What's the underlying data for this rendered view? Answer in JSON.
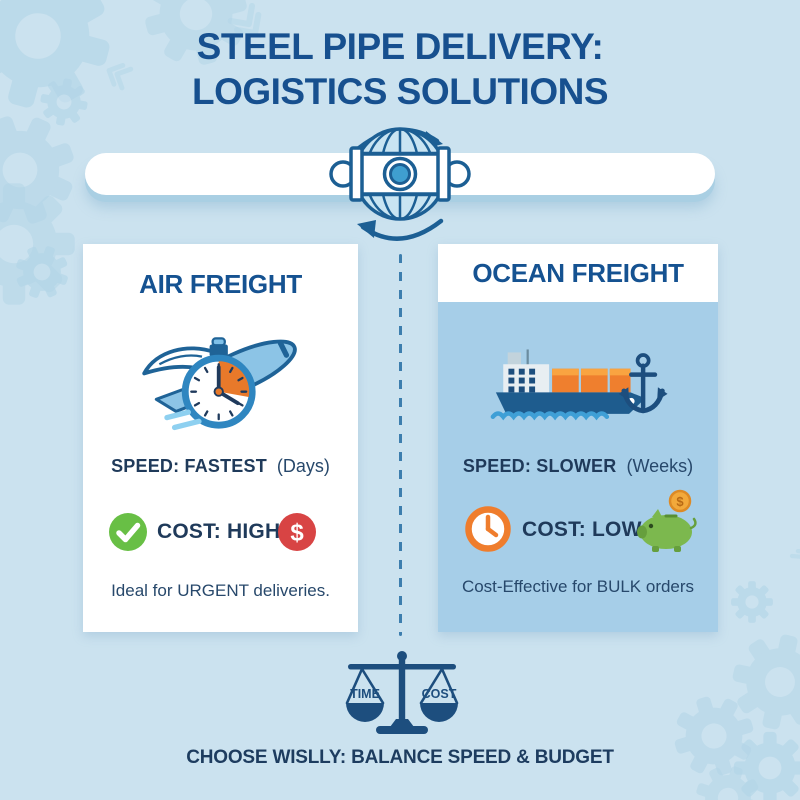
{
  "header": {
    "title_line1": "STEEL PIPE DELIVERY:",
    "title_line2": "LOGISTICS SOLUTIONS"
  },
  "cards": {
    "air": {
      "title": "AIR FREIGHT",
      "speed_label": "SPEED: FASTEST",
      "speed_note": "(Days)",
      "cost_label": "COST: HIGH",
      "note": "Ideal for URGENT deliveries.",
      "dollar_symbol": "$"
    },
    "ocean": {
      "title": "OCEAN FREIGHT",
      "speed_label": "SPEED: SLOWER",
      "speed_note": "(Weeks)",
      "cost_label": "COST: LOW",
      "note": "Cost-Effective for BULK orders",
      "coin_symbol": "$"
    }
  },
  "scale": {
    "left_pan_label": "TIME",
    "right_pan_label": "COST"
  },
  "footer": {
    "caption": "CHOOSE WISLLY: BALANCE SPEED & BUDGET"
  },
  "colors": {
    "background": "#cbe2ef",
    "watermark_gear": "#b2d5e7",
    "title_navy": "#17508f",
    "text_navy": "#1f3a5a",
    "ocean_card_body": "#a6cee8",
    "pipe_white": "#ffffff",
    "check_green": "#68bf45",
    "dollar_red": "#d84444",
    "clock_orange": "#ef7d2d",
    "piggy_green": "#7cb84e",
    "coin_orange": "#f2a93b",
    "container_orange": "#ef7f2e",
    "ship_navy": "#1e5c8e",
    "wave_blue": "#3f9fd6",
    "scale_navy": "#1d4e7e",
    "divider_blue": "#3d7eae"
  }
}
